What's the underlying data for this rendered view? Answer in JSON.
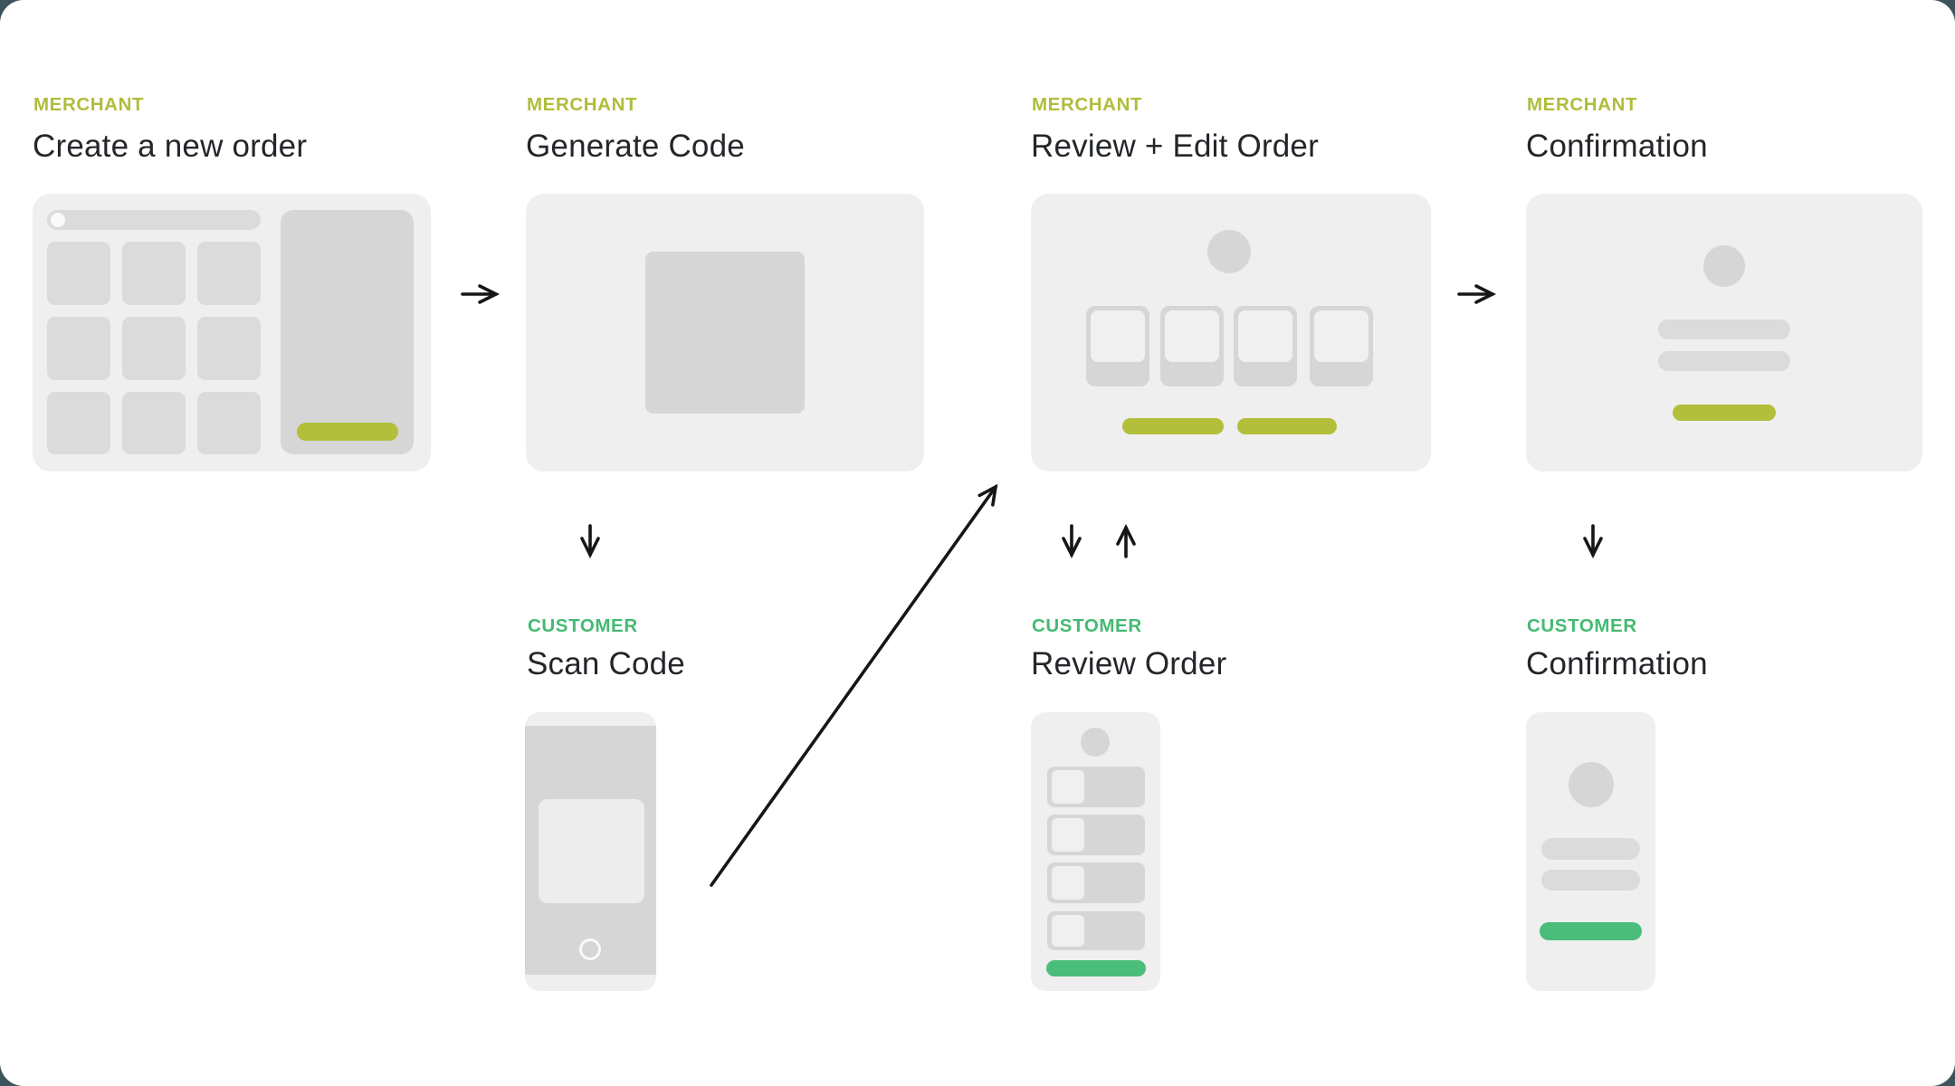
{
  "palette": {
    "page_background": "#3E545D",
    "canvas_background": "#FFFFFF",
    "panel_fill": "#EFEFEF",
    "wireframe_grey": "#DBDBDB",
    "wireframe_grey_dark": "#D6D6D6",
    "wireframe_light": "#F0F0F0",
    "merchant_accent": "#B2BF3A",
    "customer_accent": "#4BBD7B",
    "title_text": "#23262A",
    "arrow_color": "#161616"
  },
  "steps": [
    {
      "id": "merchant-create-order",
      "role": "MERCHANT",
      "title": "Create a new order"
    },
    {
      "id": "merchant-generate-code",
      "role": "MERCHANT",
      "title": "Generate Code"
    },
    {
      "id": "merchant-review-edit-order",
      "role": "MERCHANT",
      "title": "Review + Edit Order"
    },
    {
      "id": "merchant-confirmation",
      "role": "MERCHANT",
      "title": "Confirmation"
    },
    {
      "id": "customer-scan-code",
      "role": "CUSTOMER",
      "title": "Scan Code"
    },
    {
      "id": "customer-review-order",
      "role": "CUSTOMER",
      "title": "Review Order"
    },
    {
      "id": "customer-confirmation",
      "role": "CUSTOMER",
      "title": "Confirmation"
    }
  ],
  "arrows": [
    {
      "id": "arrow-create-to-generate",
      "direction": "right"
    },
    {
      "id": "arrow-generate-to-scan",
      "direction": "down"
    },
    {
      "id": "arrow-scan-to-review-edit",
      "direction": "diagonal-up-right"
    },
    {
      "id": "arrow-review-edit-to-review-order",
      "direction": "down"
    },
    {
      "id": "arrow-review-order-to-review-edit",
      "direction": "up"
    },
    {
      "id": "arrow-review-edit-to-confirmation",
      "direction": "right"
    },
    {
      "id": "arrow-merchant-confirmation-to-customer-confirmation",
      "direction": "down"
    }
  ]
}
